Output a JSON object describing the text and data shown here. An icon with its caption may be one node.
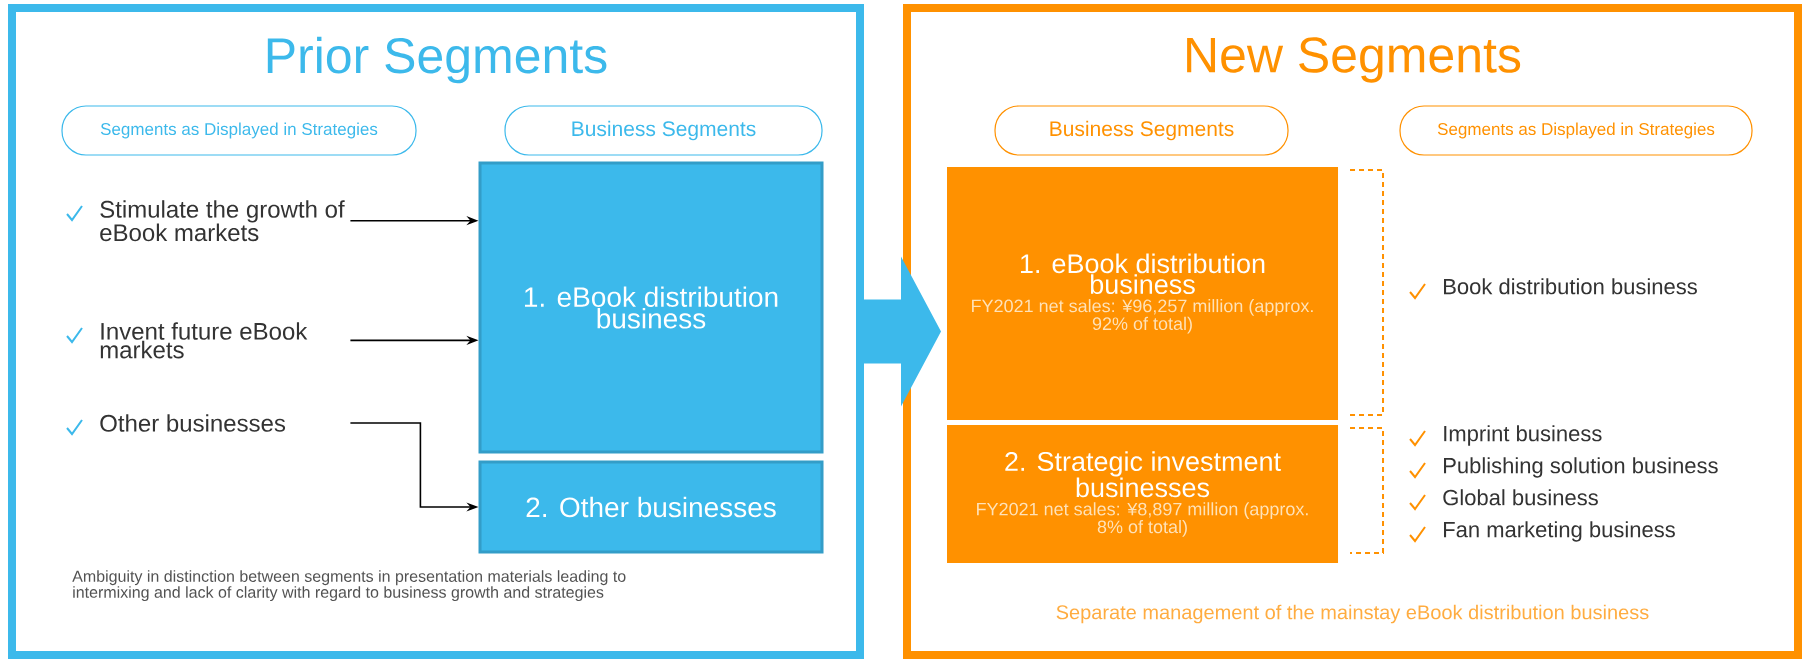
{
  "diagram": {
    "nodes": [
      {
        "text": [
          "Prior Segments",
          "Ambiguity in distinction between segments in presentation materials leading to intermixing and lack of clarity with regard to business growth and strategies"
        ]
      },
      {
        "text": [
          "Segments as Displayed in Strategies"
        ],
        "in": 0
      },
      {
        "text": [
          "Business Segments"
        ],
        "in": 0
      },
      {
        "text": [
          "Stimulate the growth of eBook markets"
        ],
        "in": 0
      },
      {
        "text": [
          "Invent future eBook markets"
        ],
        "in": 0
      },
      {
        "text": [
          "Other businesses"
        ],
        "in": 0
      },
      {
        "text": [
          "1. eBook distribution business"
        ],
        "in": 0
      },
      {
        "text": [
          "2. Other businesses"
        ],
        "in": 0
      },
      {
        "text": [
          "New Segments",
          "Separate management of the mainstay eBook distribution business"
        ]
      },
      {
        "text": [
          "Business Segments"
        ],
        "in": 8
      },
      {
        "text": [
          "Segments as Displayed in Strategies"
        ],
        "in": 8
      },
      {
        "text": [
          "1. eBook distribution business",
          "FY2021 net sales: ¥96,257 million (approx. 92% of total)"
        ],
        "in": 8
      },
      {
        "text": [
          "2. Strategic investment businesses",
          "FY2021 net sales: ¥8,897 million (approx. 8% of total)"
        ],
        "in": 8
      },
      {
        "text": [
          "Book distribution business"
        ],
        "in": 8
      },
      {
        "text": [
          "Imprint business"
        ],
        "in": 8
      },
      {
        "text": [
          "Publishing solution business"
        ],
        "in": 8
      },
      {
        "text": [
          "Global business"
        ],
        "in": 8
      },
      {
        "text": [
          "Fan marketing business"
        ],
        "in": 8
      }
    ],
    "edges": [
      {
        "from": 3,
        "to": 6,
        "arrow": "to"
      },
      {
        "from": 4,
        "to": 6,
        "arrow": "to"
      },
      {
        "from": 5,
        "to": 7,
        "arrow": "to"
      },
      {
        "from": 0,
        "to": 8,
        "arrow": "to",
        "style": "thick",
        "color": "#3cb9eb"
      }
    ]
  }
}
